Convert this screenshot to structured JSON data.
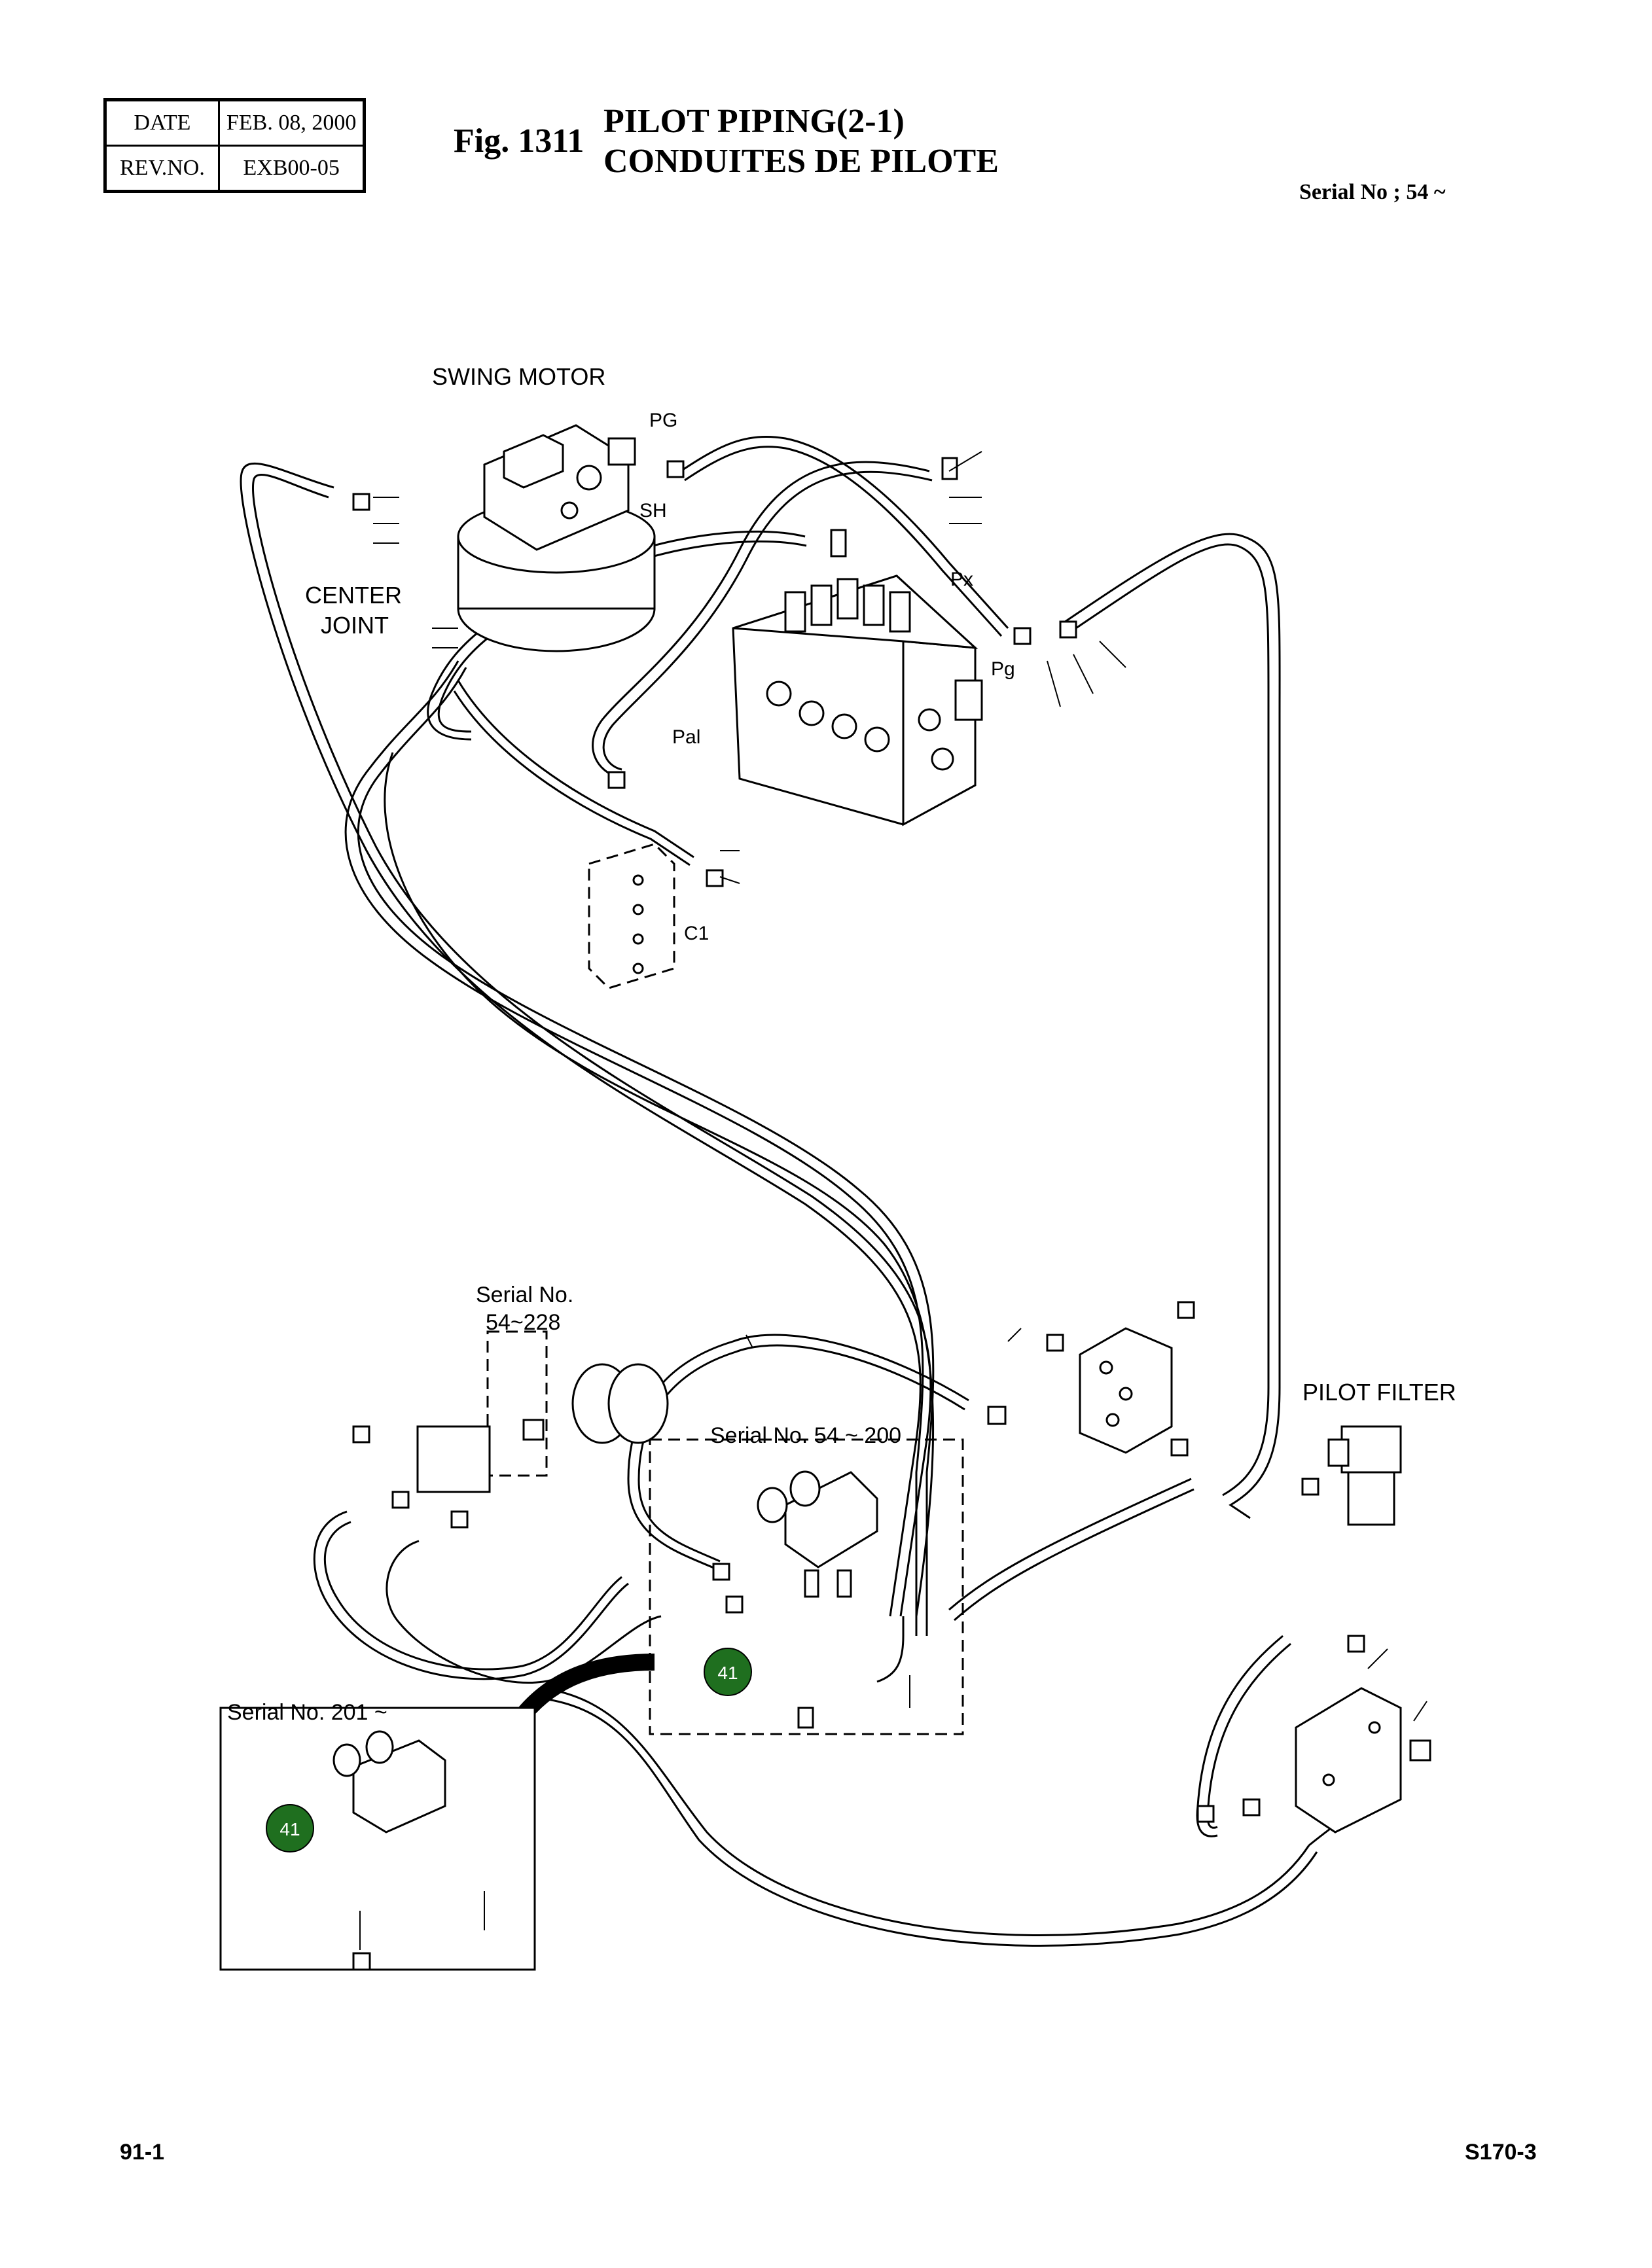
{
  "header": {
    "date_label": "DATE",
    "date_value": "FEB. 08, 2000",
    "rev_label": "REV.NO.",
    "rev_value": "EXB00-05"
  },
  "figure": {
    "number": "Fig. 1311",
    "title_en": "PILOT PIPING(2-1)",
    "title_fr": "CONDUITES DE PILOTE",
    "serial": "Serial No ; 54 ~"
  },
  "labels": {
    "swing_motor": "SWING MOTOR",
    "pg_upper": "PG",
    "sh": "SH",
    "center_joint_line1": "CENTER",
    "center_joint_line2": "JOINT",
    "px": "Px",
    "pg_lower": "Pg",
    "pal": "Pal",
    "c1": "C1",
    "serial_54_228_line1": "Serial No.",
    "serial_54_228_line2": "54~228",
    "pilot_filter": "PILOT FILTER",
    "serial_54_200": "Serial No. 54 ~ 200",
    "serial_201": "Serial No. 201 ~"
  },
  "callouts": [
    {
      "number": "41",
      "color": "#1f6f1f"
    },
    {
      "number": "41",
      "color": "#1f6f1f"
    }
  ],
  "footer": {
    "page_number": "91-1",
    "model_code": "S170-3"
  }
}
